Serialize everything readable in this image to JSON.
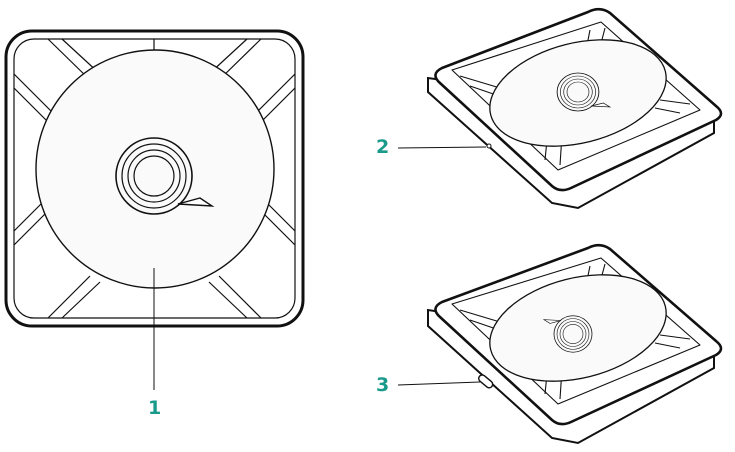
{
  "diagram": {
    "callouts": [
      {
        "number": "1",
        "target": "charging-surface"
      },
      {
        "number": "2",
        "target": "indicator-light"
      },
      {
        "number": "3",
        "target": "usb-c-port"
      }
    ],
    "colors": {
      "callout": "#1a9a8a",
      "line": "#111111",
      "fill": "#ffffff",
      "pad_fill": "#fafafa"
    },
    "icons": [
      "q-logo-icon"
    ]
  }
}
